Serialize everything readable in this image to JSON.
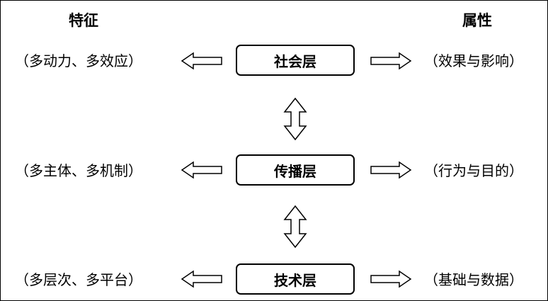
{
  "headers": {
    "left": "特征",
    "right": "属性"
  },
  "layers": [
    {
      "label": "社会层",
      "feature": "（多动力、多效应）",
      "attribute": "（效果与影响）"
    },
    {
      "label": "传播层",
      "feature": "（多主体、多机制）",
      "attribute": "（行为与目的）"
    },
    {
      "label": "技术层",
      "feature": "（多层次、多平台）",
      "attribute": "（基础与数据）"
    }
  ]
}
